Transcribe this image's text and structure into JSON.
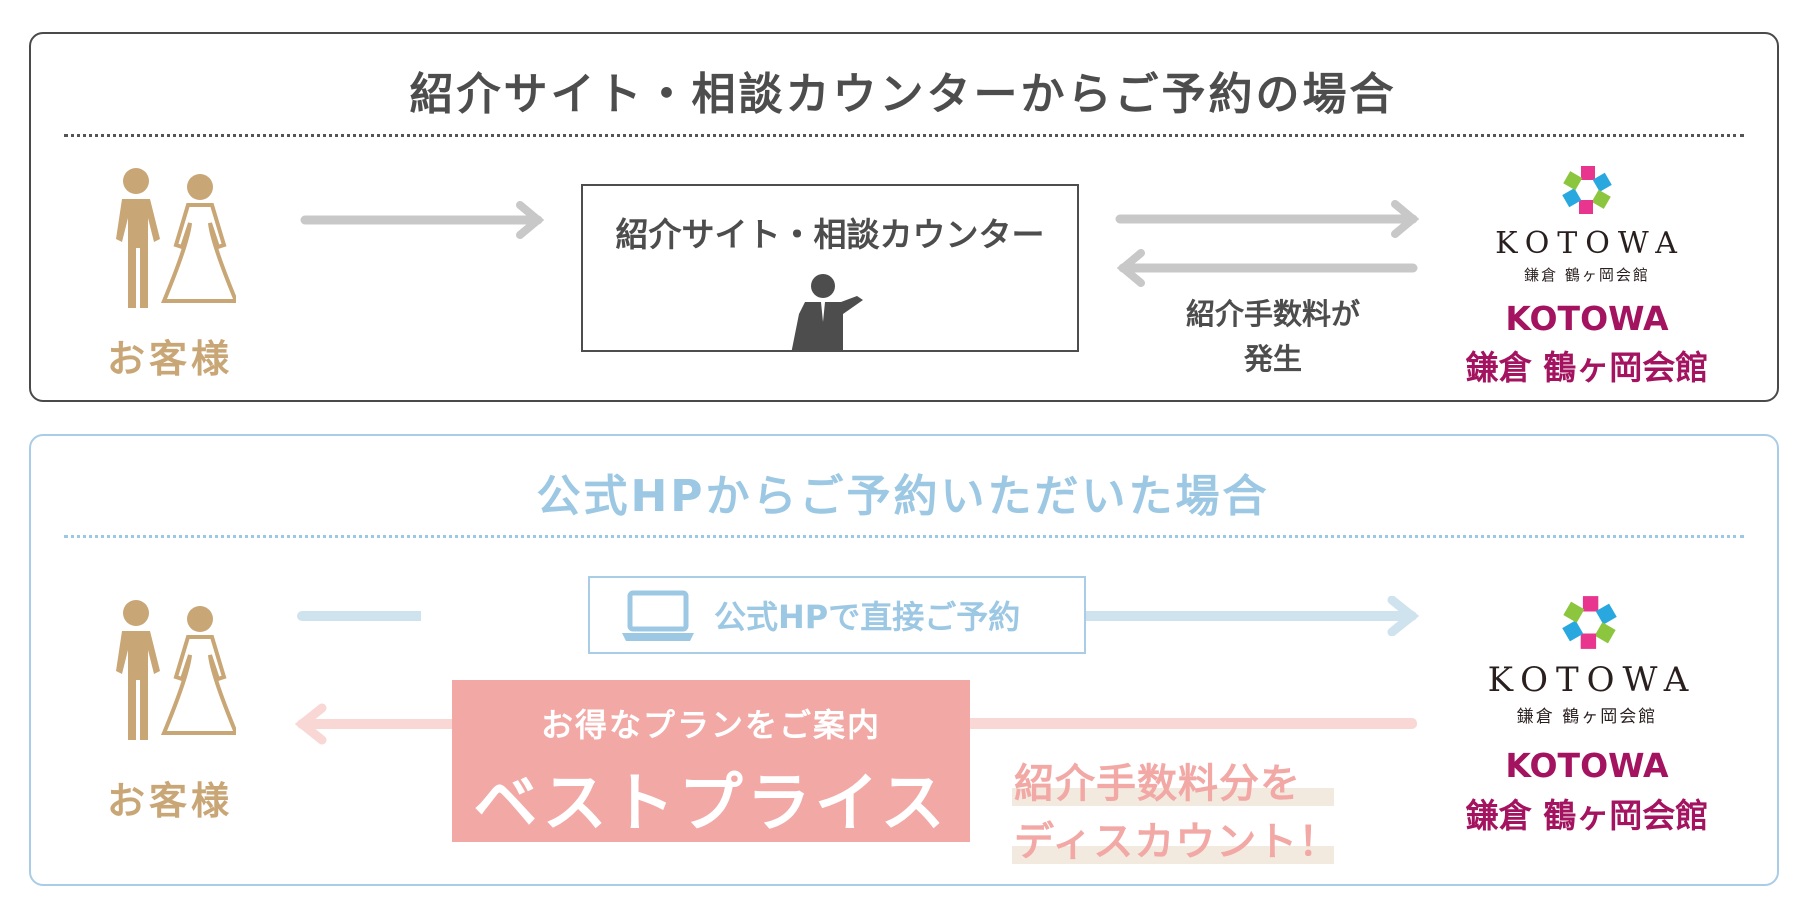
{
  "section1": {
    "title": "紹介サイト・相談カウンターからご予約の場合",
    "guest": "お客様",
    "counter": "紹介サイト・相談カウンター",
    "fee_line1": "紹介手数料が",
    "fee_line2": "発生",
    "logo": {
      "en": "KOTOWA",
      "jp": "鎌倉 鶴ヶ岡会館"
    },
    "venue_line1": "KOTOWA",
    "venue_line2": "鎌倉 鶴ヶ岡会館"
  },
  "section2": {
    "title": "公式HPからご予約いただいた場合",
    "guest": "お客様",
    "direct": "公式HPで直接ご予約",
    "plan": "お得なプランをご案内",
    "best": "ベストプライス",
    "discount_line1": "紹介手数料分を",
    "discount_line2": "ディスカウント！",
    "logo": {
      "en": "KOTOWA",
      "jp": "鎌倉 鶴ヶ岡会館"
    },
    "venue_line1": "KOTOWA",
    "venue_line2": "鎌倉 鶴ヶ岡会館"
  },
  "colors": {
    "dark": "#4d4d4d",
    "gold": "#c9a676",
    "magenta": "#a3135f",
    "blue": "#9cc8e4",
    "pink": "#f2a8a5"
  }
}
